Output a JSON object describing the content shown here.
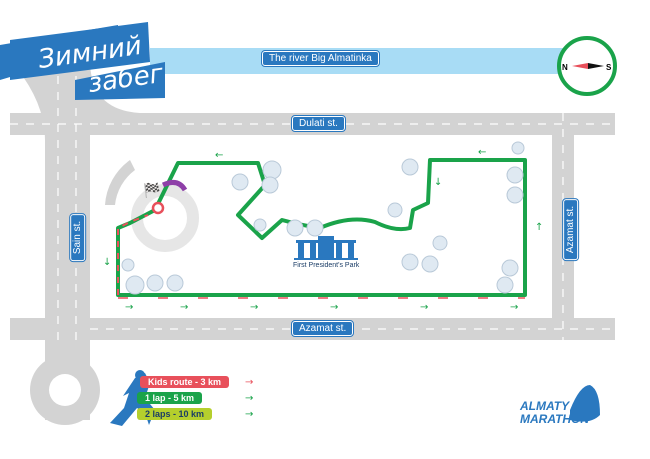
{
  "title": {
    "line1": "Зимний",
    "line2": "забег"
  },
  "river": {
    "label": "The river Big Almatinka"
  },
  "compass": {
    "north": "N",
    "south": "S"
  },
  "streets": {
    "dulati": "Dulati st.",
    "azamat_bottom": "Azamat st.",
    "azamat_right": "Azamat st.",
    "sain": "Sain st."
  },
  "park": {
    "label": "First President's Park"
  },
  "legend": [
    {
      "label": "Kids route - 3 km",
      "color": "#e8505b"
    },
    {
      "label": "1 lap - 5 km",
      "color": "#1aa34a"
    },
    {
      "label": "2 laps - 10 km",
      "color": "#b5cf2d"
    }
  ],
  "logo": {
    "line1": "ALMATY",
    "line2": "MARATHON"
  },
  "colors": {
    "route": "#1aa34a",
    "kids": "#e8505b",
    "road": "#d3d3d3",
    "river": "#a8dcf5",
    "brand": "#2a78bf"
  }
}
